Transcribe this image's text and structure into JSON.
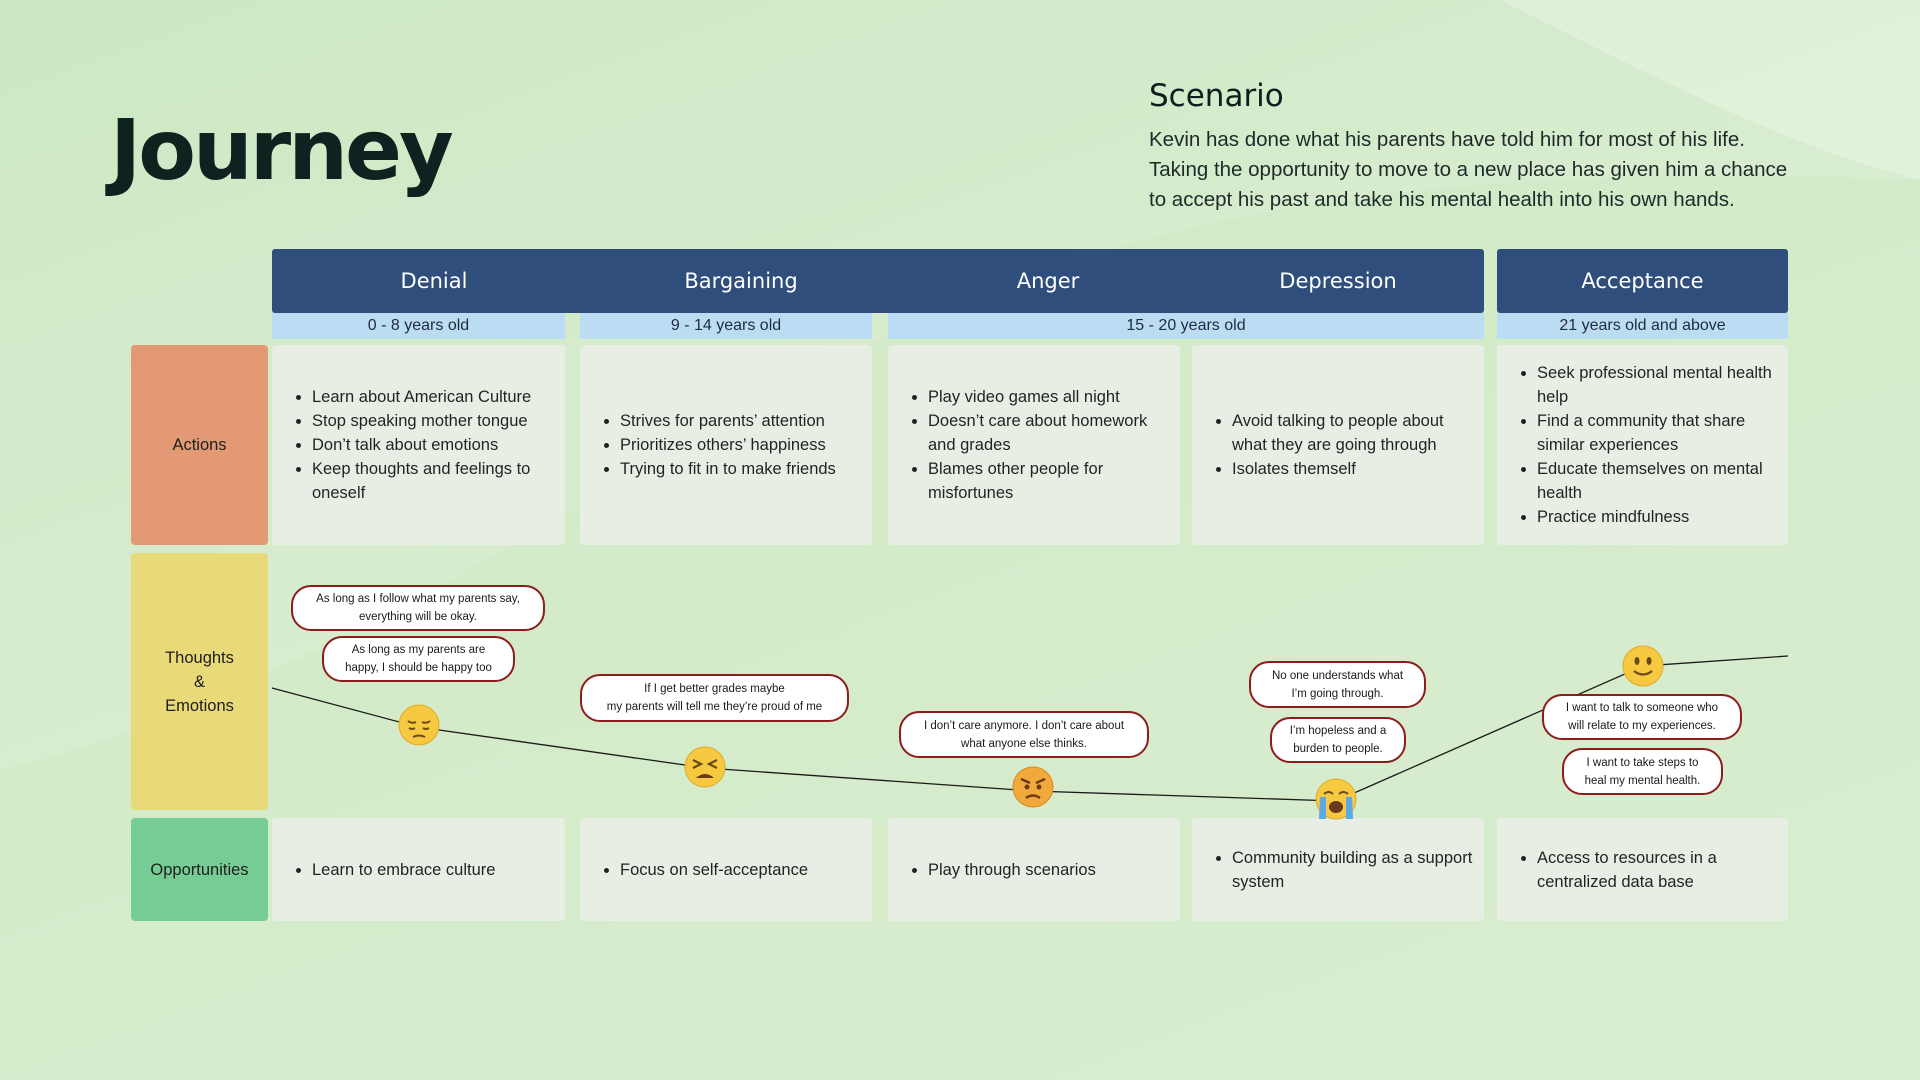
{
  "title": "Journey",
  "scenario": {
    "heading": "Scenario",
    "text": "Kevin has done what his parents have told him for most of his life. Taking the opportunity to move to a new place has given him a chance to accept his past and take his mental health into his own hands."
  },
  "stages": [
    "Denial",
    "Bargaining",
    "Anger",
    "Depression",
    "Acceptance"
  ],
  "ages": [
    "0 - 8 years old",
    "9 - 14 years old",
    "15 - 20 years old",
    "21 years old and above"
  ],
  "rows": {
    "actions": "Actions",
    "thoughts": "Thoughts\n&\nEmotions",
    "opportunities": "Opportunities"
  },
  "actions": [
    [
      "Learn about American Culture",
      "Stop speaking mother tongue",
      "Don’t talk about emotions",
      "Keep thoughts and feelings to oneself"
    ],
    [
      "Strives for parents’ attention",
      "Prioritizes others’ happiness",
      "Trying to fit in to make friends"
    ],
    [
      "Play video games all night",
      "Doesn’t care about homework and grades",
      "Blames other people for misfortunes"
    ],
    [
      "Avoid talking to people about what they are going through",
      "Isolates themself"
    ],
    [
      "Seek professional mental health help",
      "Find a community that share similar experiences",
      "Educate themselves on mental health",
      "Practice mindfulness"
    ]
  ],
  "thoughts": [
    "As long as I follow what my parents say,\neverything will be okay.",
    "As long as my parents are\nhappy, I should be happy too",
    "If I get better grades maybe\nmy parents will tell me they’re proud of me",
    "I don’t care anymore. I don’t care about\nwhat anyone else thinks.",
    "No one understands what\nI’m going through.",
    "I’m hopeless and a\nburden to people.",
    "I want to talk to someone who\nwill relate to my experiences.",
    "I want to take steps to\nheal my mental health."
  ],
  "emotions": [
    "pensive",
    "tired",
    "angry",
    "crying",
    "smiling"
  ],
  "emotion_levels": [
    0.25,
    0.12,
    0.05,
    0.0,
    0.72
  ],
  "opportunities": [
    [
      "Learn to embrace culture"
    ],
    [
      "Focus on self-acceptance"
    ],
    [
      "Play through scenarios"
    ],
    [
      "Community building as a support system"
    ],
    [
      "Access to resources in a centralized data base"
    ]
  ],
  "colors": {
    "stage": "#2f4e7c",
    "age": "#bcdcf4",
    "actions": "#e29974",
    "thoughts": "#e8da79",
    "opportunities": "#76cd93",
    "bubble_border": "#8c1d1d"
  }
}
